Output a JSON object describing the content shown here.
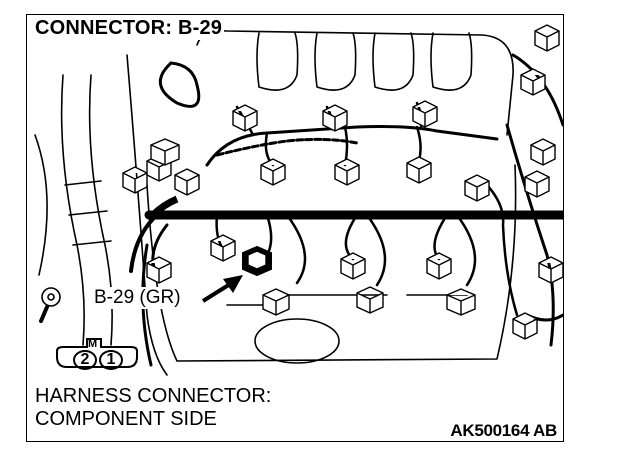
{
  "title": "CONNECTOR: B-29",
  "callout": "B-29 (GR)",
  "caption": {
    "line1": "HARNESS CONNECTOR:",
    "line2": "COMPONENT SIDE"
  },
  "code": "AK500164 AB",
  "pins": {
    "key": "M",
    "left": "2",
    "right": "1"
  }
}
